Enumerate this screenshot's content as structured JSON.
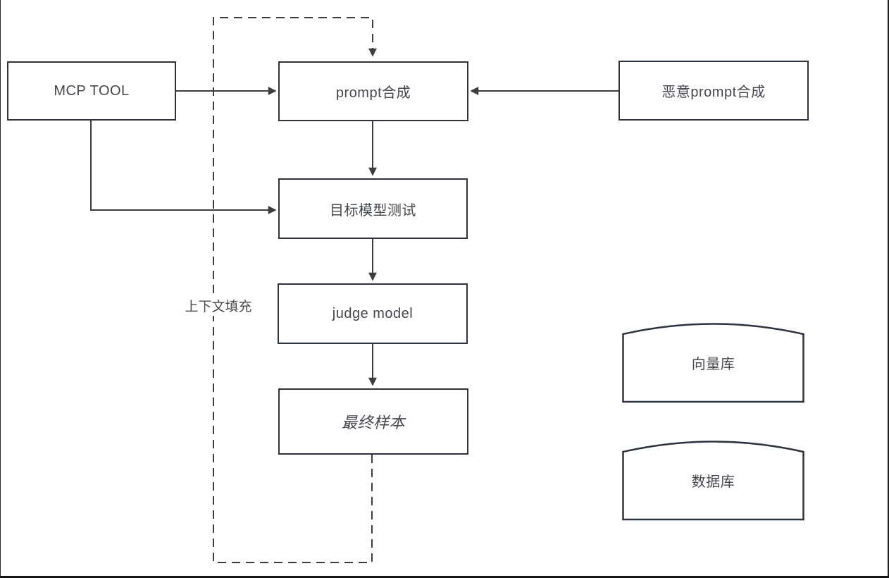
{
  "diagram": {
    "nodes": {
      "mcp_tool": {
        "label": "MCP TOOL",
        "shape": "rectangle"
      },
      "prompt_synthesis": {
        "label": "prompt合成",
        "shape": "rectangle"
      },
      "malicious_prompt_synthesis": {
        "label": "恶意prompt合成",
        "shape": "rectangle"
      },
      "target_model_test": {
        "label": "目标模型测试",
        "shape": "rectangle"
      },
      "judge_model": {
        "label": "judge model",
        "shape": "rectangle"
      },
      "final_sample": {
        "label": "最终样本",
        "shape": "rectangle",
        "style": "italic"
      },
      "vector_store": {
        "label": "向量库",
        "shape": "stored-data"
      },
      "database": {
        "label": "数据库",
        "shape": "stored-data"
      }
    },
    "edge_labels": {
      "context_fill": "上下文填充"
    },
    "colors": {
      "background": "#ffffff",
      "node_stroke": "#2d333d",
      "wire": "#3d3d3d",
      "label_text": "#44484e",
      "frame": "#1f1f1f"
    }
  }
}
